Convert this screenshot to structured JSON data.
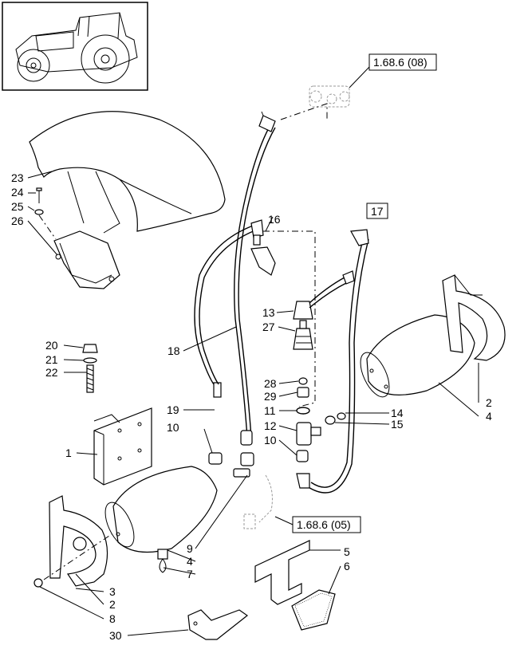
{
  "refs": {
    "ref_1_68_6_08": "1.68.6 (08)",
    "ref_17": "17",
    "ref_1_68_6_05": "1.68.6 (05)"
  },
  "callouts": {
    "c23": "23",
    "c24": "24",
    "c25": "25",
    "c26": "26",
    "c16": "16",
    "c13": "13",
    "c27": "27",
    "c18": "18",
    "c20": "20",
    "c21": "21",
    "c22": "22",
    "c28": "28",
    "c29": "29",
    "c11": "11",
    "c12": "12",
    "c10b": "10",
    "c14": "14",
    "c15": "15",
    "c2a": "2",
    "c4a": "4",
    "c19": "19",
    "c10a": "10",
    "c1": "1",
    "c9": "9",
    "c4b": "4",
    "c7": "7",
    "c3": "3",
    "c2b": "2",
    "c8": "8",
    "c5": "5",
    "c6": "6",
    "c30": "30"
  },
  "colors": {
    "line": "#000000",
    "background": "#ffffff",
    "ghost": "#999999"
  }
}
